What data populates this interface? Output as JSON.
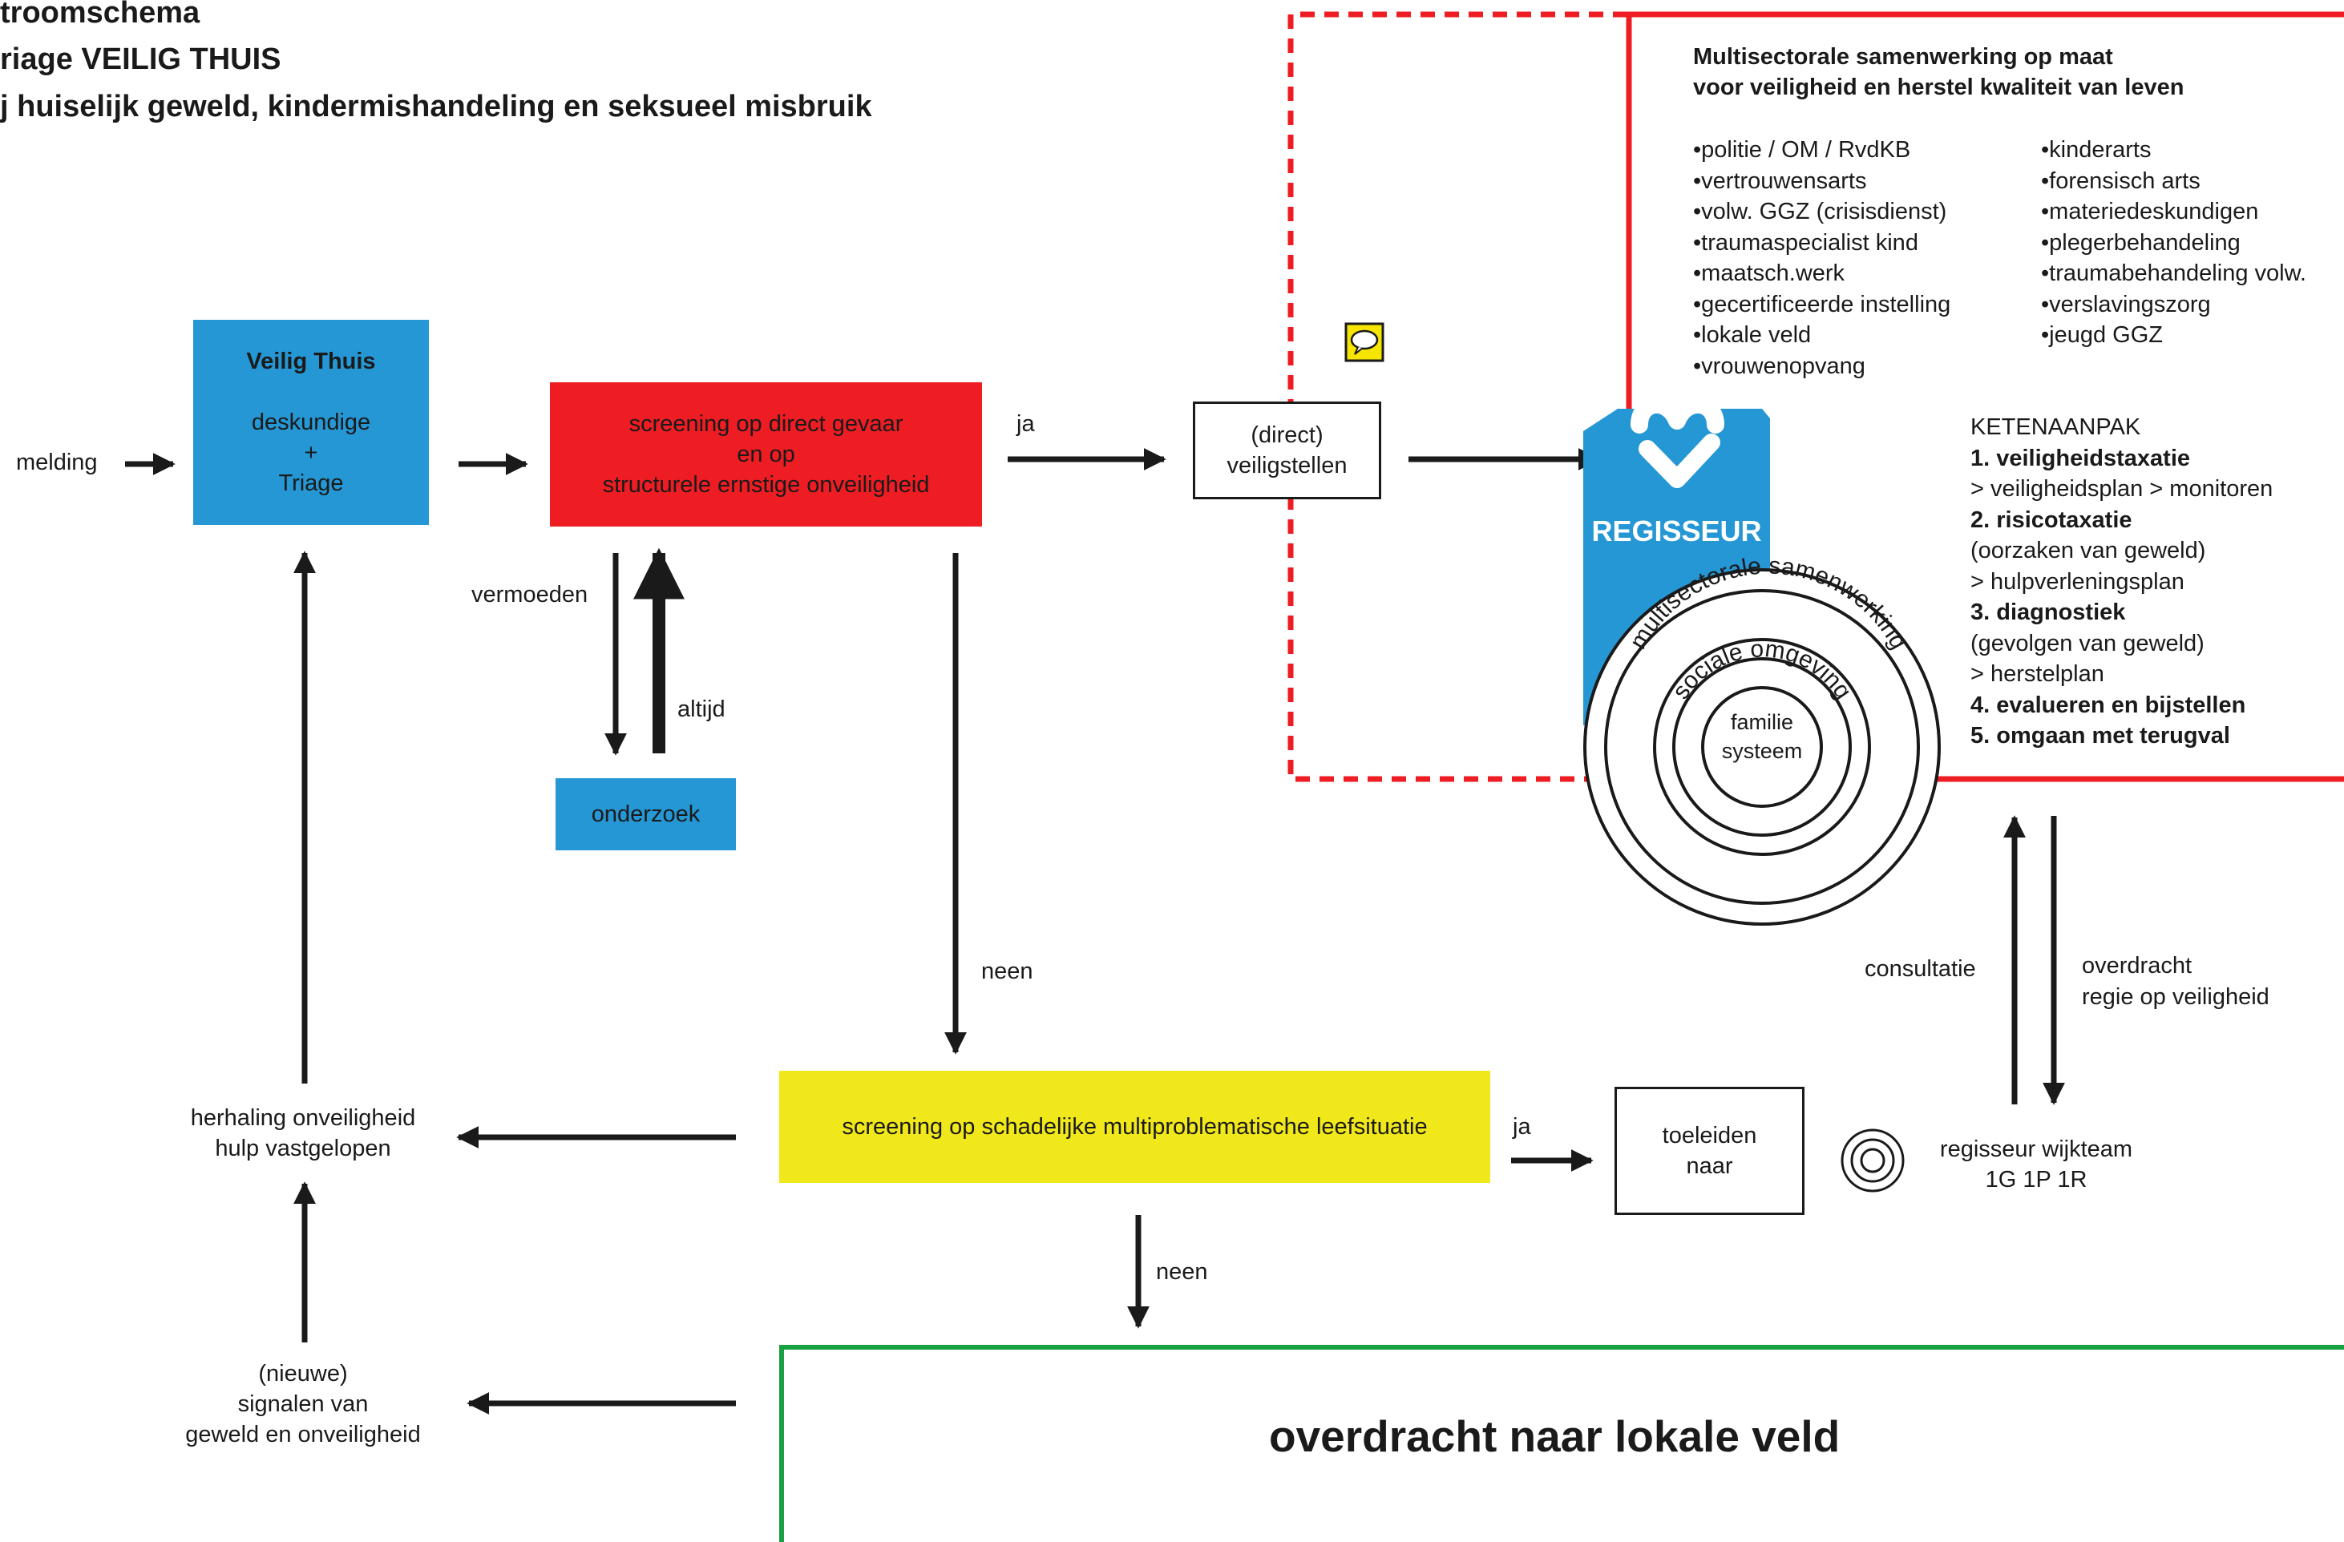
{
  "title": {
    "line1": "troomschema",
    "line2": "riage VEILIG THUIS",
    "line3": "j huiselijk geweld, kindermishandeling en seksueel misbruik"
  },
  "nodes": {
    "melding": "melding",
    "veilig_thuis": {
      "title": "Veilig Thuis",
      "line1": "deskundige",
      "line2": "+",
      "line3": "Triage"
    },
    "screening_direct": {
      "line1": "screening op direct gevaar",
      "line2": "en op",
      "line3": "structurele ernstige onveiligheid"
    },
    "veiligstellen": {
      "line1": "(direct)",
      "line2": "veiligstellen"
    },
    "onderzoek": "onderzoek",
    "screening_multi": "screening op schadelijke multiproblematische leefsituatie",
    "toeleiden": {
      "line1": "toeleiden",
      "line2": "naar"
    },
    "herhaling": {
      "line1": "herhaling onveiligheid",
      "line2": "hulp vastgelopen"
    },
    "signalen": {
      "line1": "(nieuwe)",
      "line2": "signalen van",
      "line3": "geweld en onveiligheid"
    },
    "overdracht_lokaal": "overdracht naar lokale veld",
    "regisseur_wijkteam": {
      "line1": "regisseur wijkteam",
      "line2": "1G 1P 1R"
    }
  },
  "edge_labels": {
    "ja_top": "ja",
    "vermoeden": "vermoeden",
    "altijd": "altijd",
    "neen_mid": "neen",
    "ja_bottom": "ja",
    "neen_bottom": "neen",
    "consultatie": "consultatie",
    "overdracht_regie": {
      "line1": "overdracht",
      "line2": "regie op veiligheid"
    }
  },
  "multisectoral": {
    "heading1": "Multisectorale samenwerking op maat",
    "heading2": "voor veiligheid en herstel kwaliteit van leven",
    "col1": [
      "politie / OM / RvdKB",
      "vertrouwensarts",
      "volw. GGZ (crisisdienst)",
      "traumaspecialist kind",
      "maatsch.werk",
      "gecertificeerde instelling",
      "lokale veld",
      "vrouwenopvang"
    ],
    "col2": [
      "kinderarts",
      "forensisch arts",
      "materiedeskundigen",
      "plegerbehandeling",
      "traumabehandeling volw.",
      "verslavingszorg",
      "jeugd GGZ"
    ]
  },
  "ketenaanpak": {
    "heading": "KETENAANPAK",
    "lines": [
      {
        "text": "1. veiligheidstaxatie",
        "bold": true
      },
      {
        "text": "> veiligheidsplan > monitoren",
        "bold": false
      },
      {
        "text": "2. risicotaxatie",
        "bold": true
      },
      {
        "text": "(oorzaken van geweld)",
        "bold": false
      },
      {
        "text": "> hulpverleningsplan",
        "bold": false
      },
      {
        "text": "3. diagnostiek",
        "bold": true
      },
      {
        "text": "(gevolgen van geweld)",
        "bold": false
      },
      {
        "text": "> herstelplan",
        "bold": false
      },
      {
        "text": "4. evalueren en bijstellen",
        "bold": true
      },
      {
        "text": "5. omgaan met terugval",
        "bold": true
      }
    ]
  },
  "regisseur": {
    "badge": "REGISSEUR",
    "ring_outer": "multisectorale samenwerking",
    "ring_middle": "sociale omgeving",
    "inner_line1": "familie",
    "inner_line2": "systeem"
  },
  "colors": {
    "blue": "#2597d4",
    "red": "#ee1d23",
    "yellow": "#f1e81b",
    "green": "#18a043",
    "dashed_red": "#ee1d23",
    "comment_icon": "#f6e500"
  },
  "icons": {
    "comment": "speech-bubble-icon",
    "target": "concentric-circles-icon",
    "logo": "heart-check-icon"
  }
}
